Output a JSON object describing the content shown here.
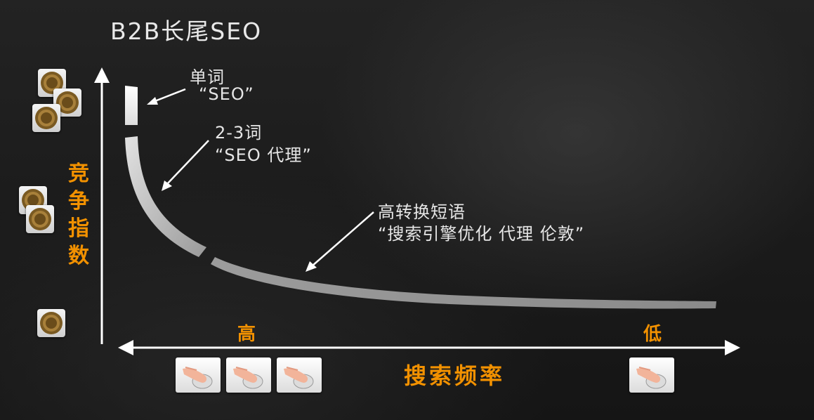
{
  "title": "B2B长尾SEO",
  "y_axis_label": "竞争指数",
  "x_axis_label": "搜索频率",
  "x_axis_high": "高",
  "x_axis_low": "低",
  "annotations": [
    {
      "line1": "单词",
      "line2": "“SEO”"
    },
    {
      "line1": "2-3词",
      "line2": "“SEO 代理”"
    },
    {
      "line1": "高转换短语",
      "line2": "“搜索引擎优化 代理 伦敦”"
    }
  ],
  "icons": {
    "competition": "coin-icon",
    "frequency": "mouse-click-hand-icon"
  },
  "colors": {
    "accent": "#f29100",
    "text": "#e6e6e6",
    "curve": "#8a8a8a"
  }
}
